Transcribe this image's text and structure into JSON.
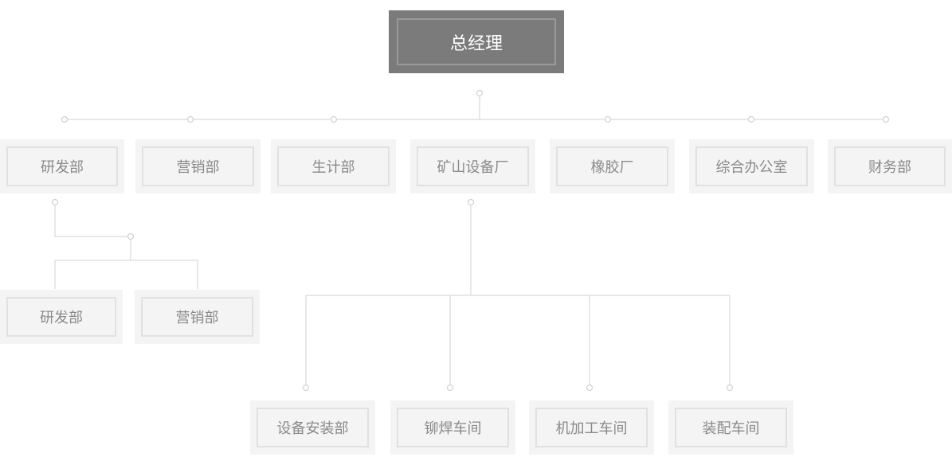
{
  "org_chart": {
    "root": {
      "label": "总经理"
    },
    "departments": [
      {
        "label": "研发部"
      },
      {
        "label": "营销部"
      },
      {
        "label": "生计部"
      },
      {
        "label": "矿山设备厂"
      },
      {
        "label": "橡胶厂"
      },
      {
        "label": "综合办公室"
      },
      {
        "label": "财务部"
      }
    ],
    "rd_children": [
      {
        "label": "研发部"
      },
      {
        "label": "营销部"
      }
    ],
    "mining_children": [
      {
        "label": "设备安装部"
      },
      {
        "label": "铆焊车间"
      },
      {
        "label": "机加工车间"
      },
      {
        "label": "装配车间"
      }
    ]
  },
  "colors": {
    "root_fill": "#7b7b7b",
    "node_fill": "#f4f4f4",
    "connector": "#d2d2d2",
    "node_text": "#8a8a8a"
  }
}
